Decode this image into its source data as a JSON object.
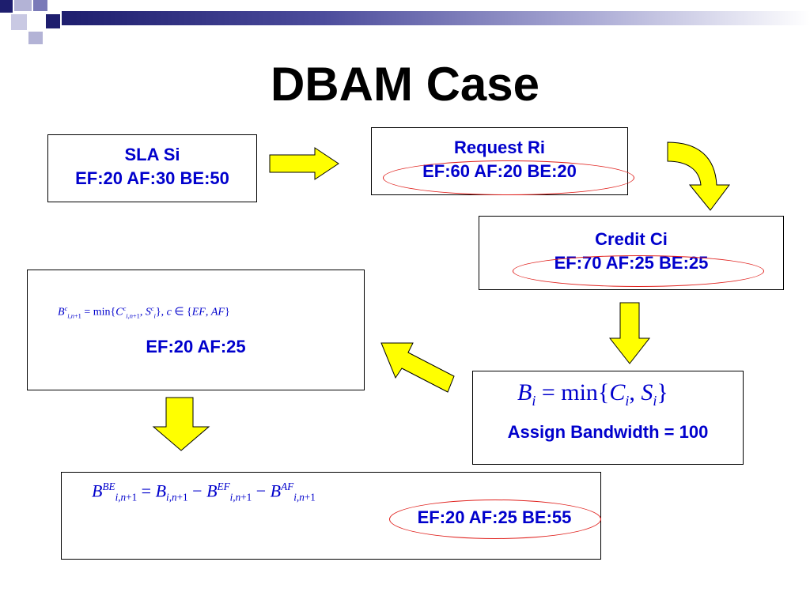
{
  "title": "DBAM Case",
  "sla_box": {
    "line1": "SLA Si",
    "line2": "EF:20 AF:30 BE:50"
  },
  "request_box": {
    "line1": "Request Ri",
    "line2": "EF:60 AF:20 BE:20"
  },
  "credit_box": {
    "line1": "Credit Ci",
    "line2": "EF:70 AF:25 BE:25"
  },
  "assign_box": {
    "label": "Assign Bandwidth = 100"
  },
  "min_box": {
    "result": "EF:20 AF:25"
  },
  "be_box": {
    "result": "EF:20 AF:25 BE:55"
  },
  "colors": {
    "text_blue": "#0000cc",
    "arrow_fill": "#ffff00",
    "oval": "#e0201c",
    "header_dark": "#1e1e6e"
  }
}
